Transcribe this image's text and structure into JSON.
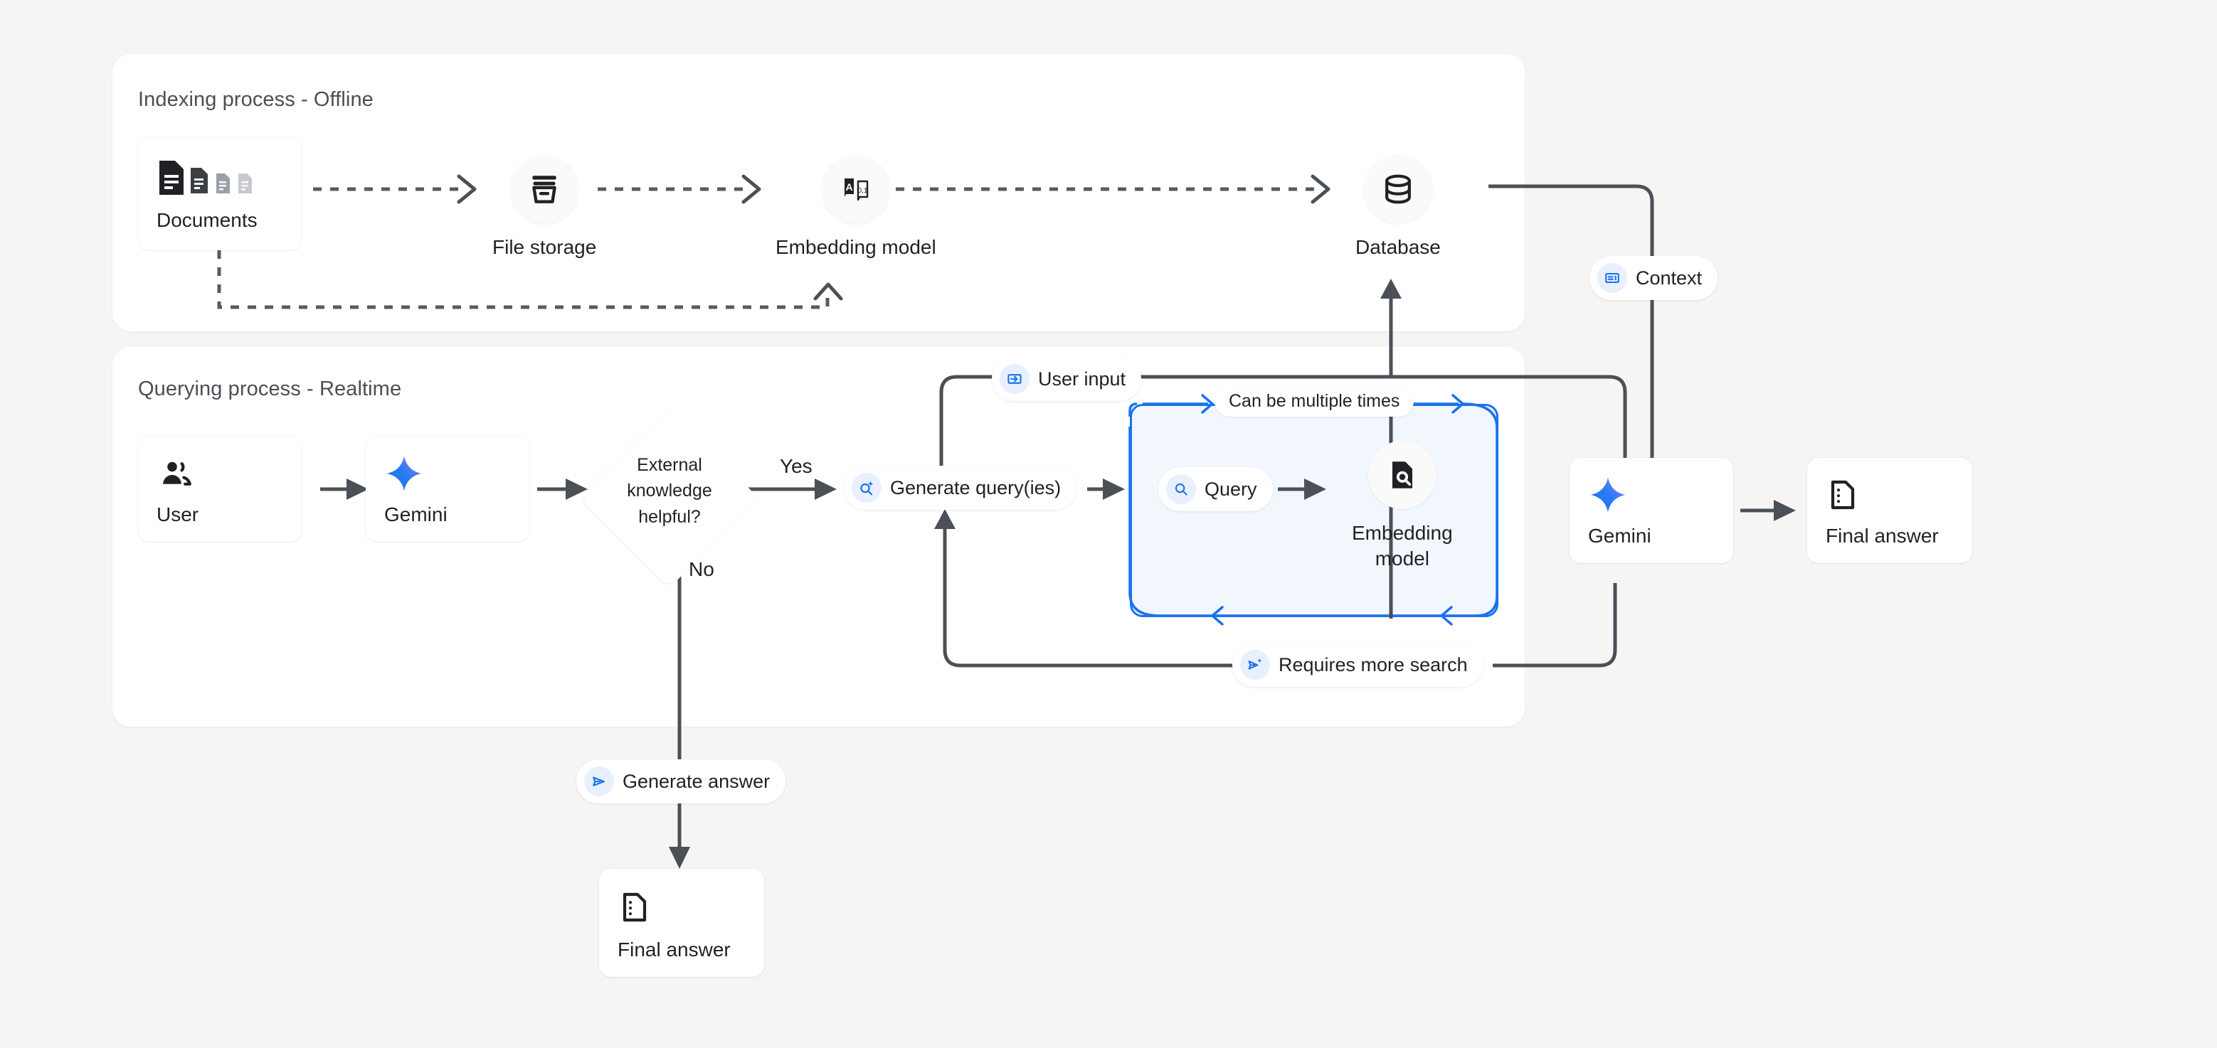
{
  "diagram": {
    "title": "Retrieval Augmented Generation flow",
    "background_color": "#f6f5f3",
    "accent_color": "#1b72ee",
    "line_color": "#4b5056"
  },
  "panels": [
    {
      "id": "indexing",
      "title": "Indexing process - Offline"
    },
    {
      "id": "querying",
      "title": "Querying process - Realtime"
    }
  ],
  "indexing": {
    "documents": {
      "label": "Documents",
      "icon": "documents-stack-icon"
    },
    "file_storage": {
      "label": "File storage",
      "icon": "archive-box-icon"
    },
    "embedding_model": {
      "label": "Embedding model",
      "icon": "text-to-vector-icon",
      "glyph_letter": "A",
      "glyph_digits": "0,1"
    },
    "database": {
      "label": "Database",
      "icon": "database-cylinder-icon"
    }
  },
  "querying": {
    "user": {
      "label": "User",
      "icon": "users-icon"
    },
    "gemini_first": {
      "label": "Gemini",
      "icon": "gemini-sparkle-icon"
    },
    "decision": {
      "label": "External knowledge helpful?",
      "line1": "External",
      "line2": "knowledge",
      "line3": "helpful?"
    },
    "branch_yes": "Yes",
    "branch_no": "No",
    "generate_queries": {
      "label": "Generate query(ies)",
      "icon": "search-sparkle-icon"
    },
    "retrieval_loop": {
      "note": "Can be multiple times",
      "query": {
        "label": "Query",
        "icon": "search-icon"
      },
      "embedding_model": {
        "label": "Embedding model",
        "line1": "Embedding",
        "line2": "model",
        "icon": "document-search-icon"
      }
    },
    "requires_more_search": {
      "label": "Requires more search",
      "icon": "send-sparkle-icon"
    },
    "user_input": {
      "label": "User input",
      "icon": "input-arrow-icon"
    },
    "context": {
      "label": "Context",
      "icon": "context-panel-icon"
    },
    "gemini_final": {
      "label": "Gemini",
      "icon": "gemini-sparkle-icon"
    },
    "final_answer_right": {
      "label": "Final answer",
      "icon": "answer-document-icon"
    },
    "generate_answer": {
      "label": "Generate answer",
      "icon": "send-icon"
    },
    "final_answer_bottom": {
      "label": "Final answer",
      "icon": "answer-document-icon"
    }
  }
}
